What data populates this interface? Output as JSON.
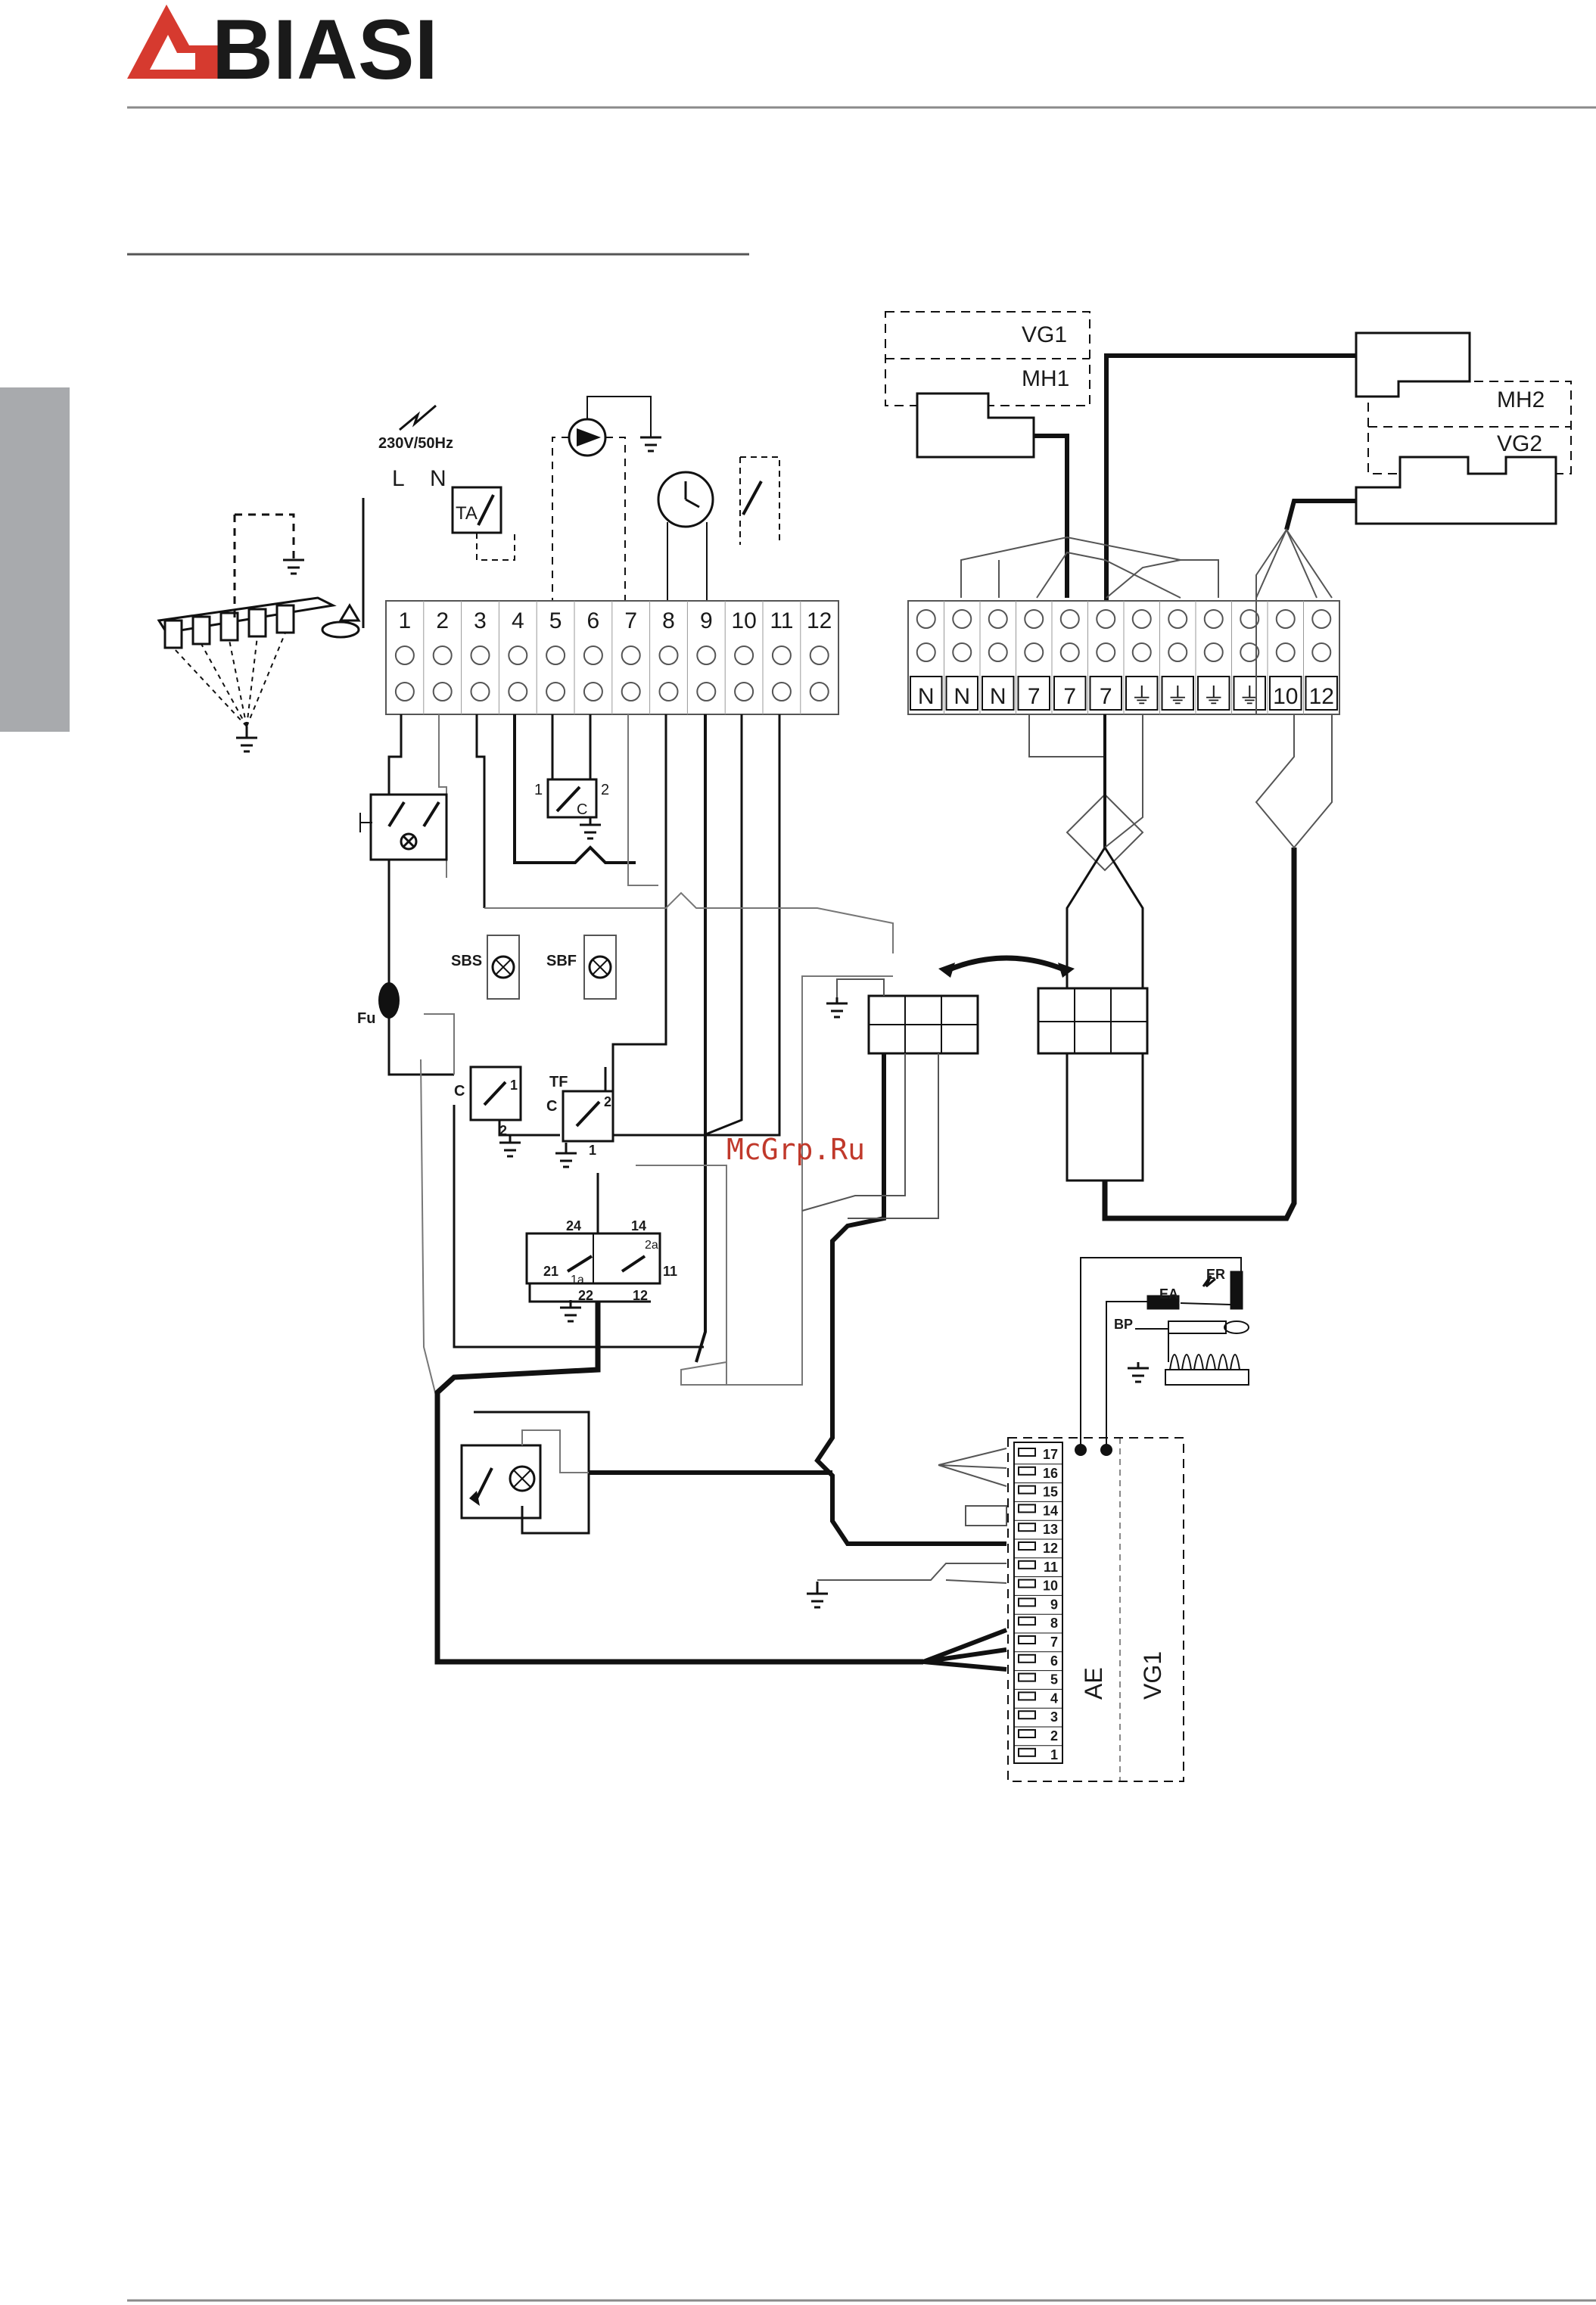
{
  "brand": {
    "name": "BIASI",
    "logo_color": "#d63a2f",
    "text_color": "#3a3a3a"
  },
  "watermark": {
    "text": "McGrp.Ru",
    "color": "#c0392b"
  },
  "colors": {
    "sidebar_tab": "#a8aaad",
    "rule": "#8a8a8a",
    "wire": "#111111",
    "wire_light": "#7a7a7a"
  },
  "supply": {
    "voltage": "230V/50Hz",
    "line": "L",
    "neutral": "N"
  },
  "left_terminal_block": [
    "1",
    "2",
    "3",
    "4",
    "5",
    "6",
    "7",
    "8",
    "9",
    "10",
    "11",
    "12"
  ],
  "right_terminal_block": [
    "N",
    "N",
    "N",
    "7",
    "7",
    "7",
    "⏚",
    "⏚",
    "⏚",
    "⏚",
    "10",
    "12"
  ],
  "components": {
    "ta": "TA",
    "sbs": "SBS",
    "sbf": "SBF",
    "fu": "Fu",
    "tf": "TF",
    "c1": "C",
    "c2": "C",
    "c3": "C",
    "vg1_top": "VG1",
    "mh1": "MH1",
    "mh2": "MH2",
    "vg2": "VG2",
    "ea": "EA",
    "er": "ER",
    "bp": "BP",
    "ae": "AE",
    "vg1_board": "VG1"
  },
  "switch_contacts": {
    "p1": "1",
    "p2": "2",
    "sbs_1": "1",
    "sbs_2": "2",
    "tf_1": "1",
    "tf_2": "2",
    "r24": "24",
    "r14": "14",
    "r2a": "2a",
    "r1a": "1a",
    "r21": "21",
    "r22": "22",
    "r12": "12",
    "r11": "11"
  },
  "board_terminals": [
    "17",
    "16",
    "15",
    "14",
    "13",
    "12",
    "11",
    "10",
    "9",
    "8",
    "7",
    "6",
    "5",
    "4",
    "3",
    "2",
    "1"
  ]
}
